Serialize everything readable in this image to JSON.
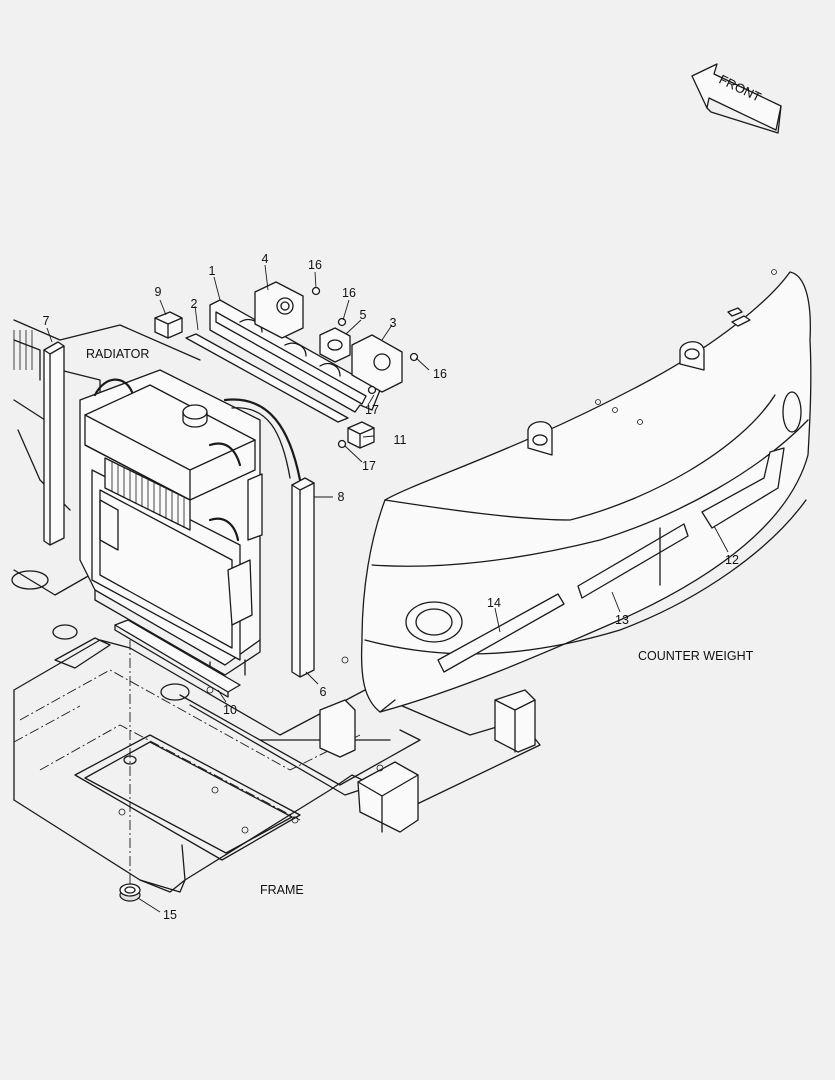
{
  "direction_label": "FRONT",
  "labels": {
    "radiator": "RADIATOR",
    "counter_weight": "COUNTER WEIGHT",
    "frame": "FRAME"
  },
  "callouts": {
    "c1": "1",
    "c2": "2",
    "c3": "3",
    "c4": "4",
    "c5": "5",
    "c6": "6",
    "c7": "7",
    "c8": "8",
    "c9": "9",
    "c10": "10",
    "c11": "11",
    "c12": "12",
    "c13": "13",
    "c14": "14",
    "c15": "15",
    "c16a": "16",
    "c16b": "16",
    "c16c": "16",
    "c17a": "17",
    "c17b": "17"
  },
  "colors": {
    "background": "#f1f1f1",
    "line": "#1a1a1a"
  }
}
